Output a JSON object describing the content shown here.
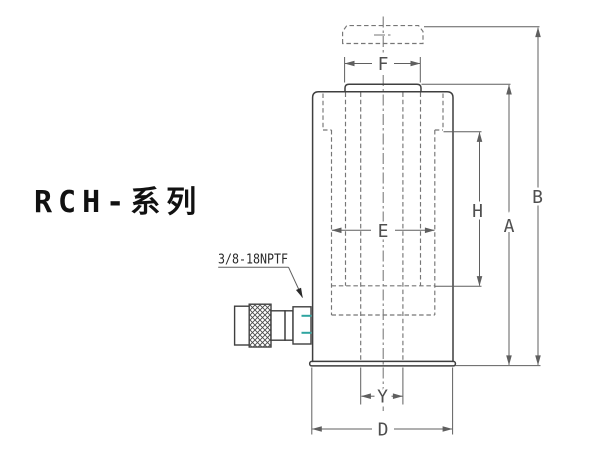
{
  "title": "RCH-系列",
  "port_note": "3/8-18NPTF",
  "dims": {
    "F": "F",
    "B": "B",
    "A": "A",
    "H": "H",
    "E": "E",
    "Y": "Y",
    "D": "D"
  },
  "colors": {
    "background": "#ffffff",
    "outline": "#3f3f3f",
    "hidden_line": "#767676",
    "dimension": "#5f5f5f",
    "label_text": "#4f4f4f",
    "callout_text": "#2a2a2a",
    "title_text": "#111111",
    "port_seal_accent": "#2fa5a0"
  }
}
